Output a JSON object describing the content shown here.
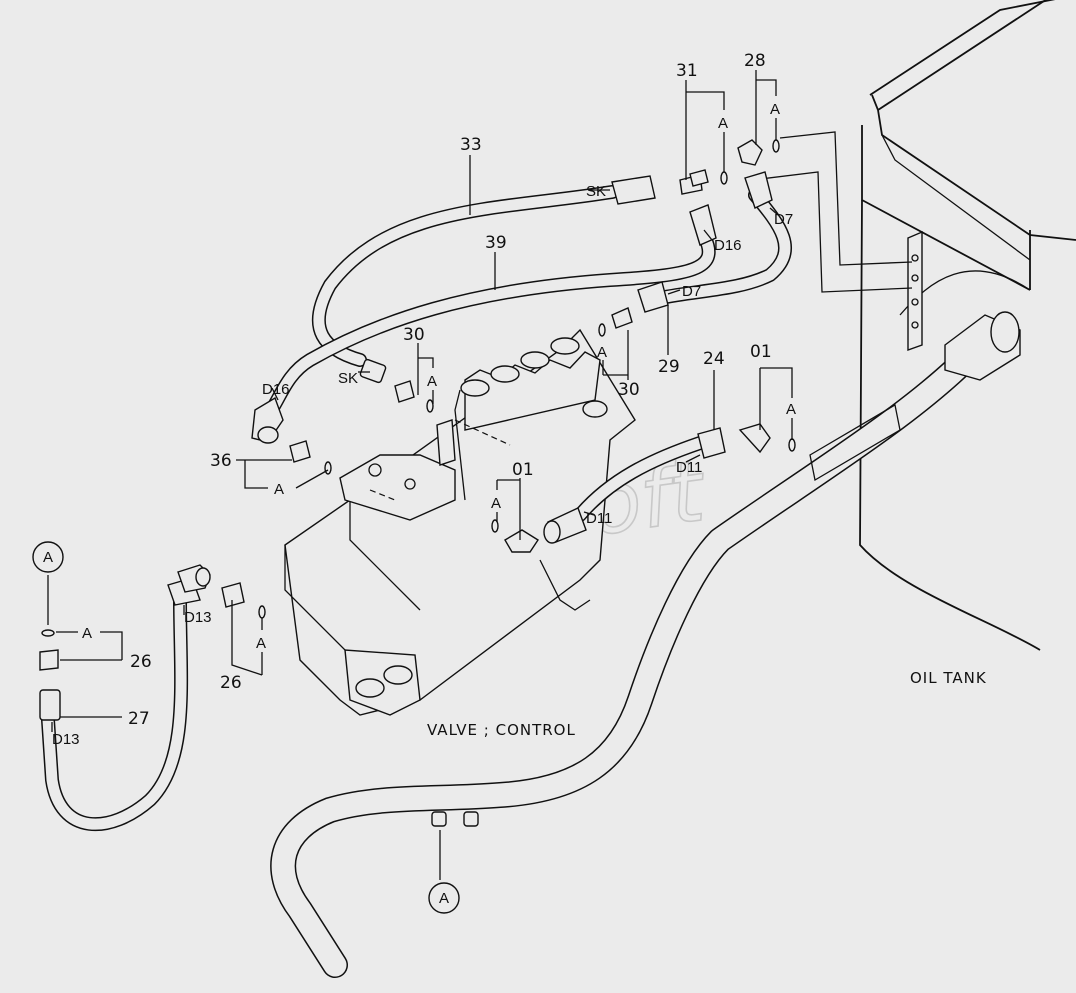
{
  "watermark": "AutoSoft",
  "titles": {
    "valve": "VALVE ; CONTROL",
    "tank": "OIL TANK"
  },
  "refs": {
    "circle_a": "A",
    "a": "A"
  },
  "hose_labels": {
    "sk": "SK",
    "d16": "D16",
    "d7": "D7",
    "d11": "D11",
    "d13": "D13"
  },
  "parts": {
    "p01": "01",
    "p24": "24",
    "p26": "26",
    "p27": "27",
    "p28": "28",
    "p29": "29",
    "p30": "30",
    "p31": "31",
    "p33": "33",
    "p36": "36",
    "p39": "39"
  }
}
